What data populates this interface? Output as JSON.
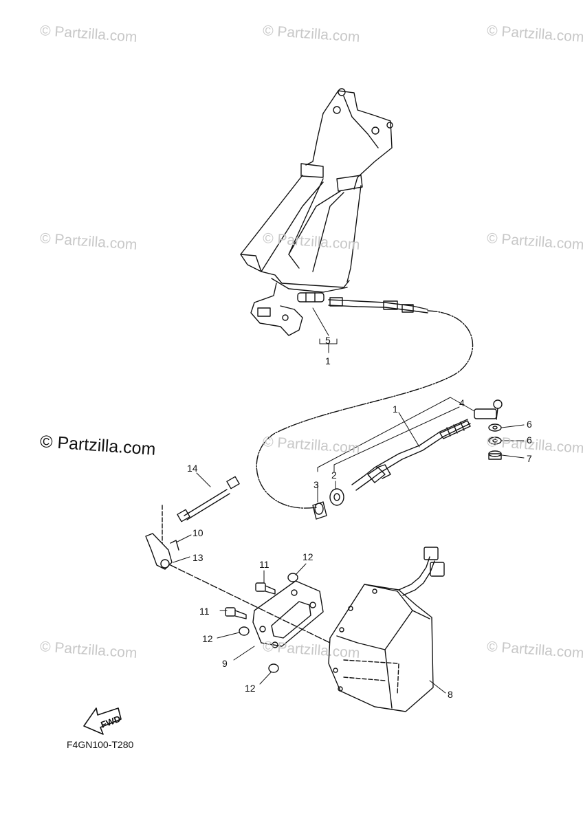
{
  "watermark": {
    "text": "© Partzilla.com",
    "tiles": [
      {
        "id": "wm-1"
      },
      {
        "id": "wm-2"
      },
      {
        "id": "wm-3"
      },
      {
        "id": "wm-4"
      },
      {
        "id": "wm-5"
      },
      {
        "id": "wm-6"
      },
      {
        "id": "wm-7"
      },
      {
        "id": "wm-8"
      },
      {
        "id": "wm-9"
      },
      {
        "id": "wm-10"
      },
      {
        "id": "wm-11"
      }
    ]
  },
  "main_watermark": "© Partzilla.com",
  "callouts": {
    "c1a": "1",
    "c5": "5",
    "c1b": "1",
    "c4": "4",
    "c6a": "6",
    "c6b": "6",
    "c7": "7",
    "c2": "2",
    "c3": "3",
    "c14": "14",
    "c10": "10",
    "c13": "13",
    "c11a": "11",
    "c12a": "12",
    "c11b": "11",
    "c12b": "12",
    "c9": "9",
    "c12c": "12",
    "c8": "8"
  },
  "fwd_label": "FWD",
  "diagram_code": "F4GN100-T280"
}
